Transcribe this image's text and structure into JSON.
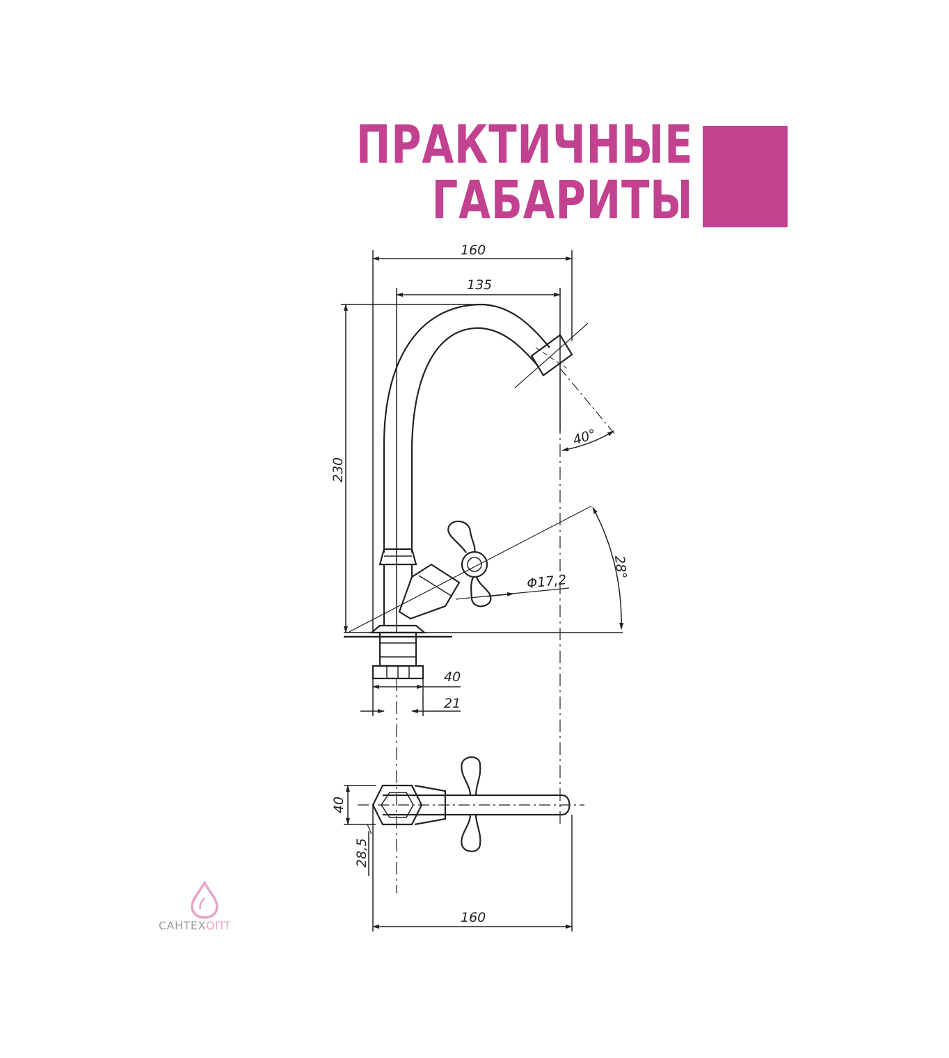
{
  "headline": {
    "line1": "ПРАКТИЧНЫЕ",
    "line2": "ГАБАРИТЫ"
  },
  "colors": {
    "accent": "#c2428f",
    "logo_pink": "#e6a4c6",
    "logo_gray": "#9c9c9c",
    "line": "#222222"
  },
  "dimensions": {
    "overall_width_top": "160",
    "spout_reach": "135",
    "height": "230",
    "spout_angle": "40°",
    "handle_angle": "28°",
    "diameter": "Φ17,2",
    "nut_width": "40",
    "thread_diameter": "21",
    "plan_depth": "40",
    "plan_offset": "28,5",
    "overall_width_bottom": "160"
  },
  "logo": {
    "icon": "water-drop-icon",
    "text_part1": "САНТЕХ",
    "text_part2": "ОПТ"
  }
}
